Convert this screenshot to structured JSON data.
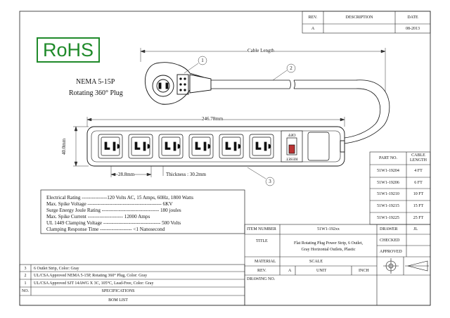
{
  "revision_block": {
    "headers": [
      "REV.",
      "DESCRIPTION",
      "DATE"
    ],
    "row": {
      "rev": "A",
      "description": "",
      "date": "08-2013"
    }
  },
  "rohs": "RoHS",
  "plug": {
    "line1": "NEMA 5-15P",
    "line2": "Rotating 360° Plug"
  },
  "dimensions": {
    "cable_length": "Cable Length",
    "width": "246.78mm",
    "height": "40.0mm",
    "spacing": "28.8mm",
    "thickness": "Thickness : 30.2mm"
  },
  "callouts": [
    "1",
    "2",
    "3"
  ],
  "switch": {
    "off": "OFF",
    "reset": "RESET"
  },
  "specs": [
    "Electrical Rating ---------------120 Volts AC, 15 Amps, 60Hz, 1800 Watts",
    "Max. Spike Voltage -------------------------------------------- 6KV",
    "Surge Energy Joule Rating ---------------------------------- 180 joules",
    "Max. Spike Current --------------------- 12000 Amps",
    "UL 1449 Clamping Voltage ---------------------------------- 500 Volts",
    "Clamping Response Time ------------------- <1 Nanosecond"
  ],
  "parts_table": {
    "headers": [
      "PART NO.",
      "CABLE LENGTH"
    ],
    "rows": [
      {
        "part": "51W1-19204",
        "length": "4 FT"
      },
      {
        "part": "51W1-19206",
        "length": "6 FT"
      },
      {
        "part": "51W1-19210",
        "length": "10 FT"
      },
      {
        "part": "51W1-19215",
        "length": "15 FT"
      },
      {
        "part": "51W1-19225",
        "length": "25 FT"
      }
    ]
  },
  "title_block": {
    "item_number_label": "ITEM NUMBER",
    "item_number": "51W1-192xx",
    "title_label": "TITLE",
    "title_line1": "Flat Rotating Plug Power Strip, 6 Outlet,",
    "title_line2": "Gray Horizontal Outlets, Plastic",
    "material_label": "MATERIAL",
    "scale_label": "SCALE",
    "rev_label": "REV.",
    "rev_value": "A",
    "unit_label": "UNIT",
    "unit_value": "INCH",
    "drawing_no_label": "DRAWING NO.",
    "drawer_label": "DRAWER",
    "drawer_value": "JL",
    "checked_label": "CHECKED",
    "approved_label": "APPROVED"
  },
  "bom": {
    "rows": [
      {
        "no": "3",
        "spec": "6 Outlet Strip, Color: Gray"
      },
      {
        "no": "2",
        "spec": "UL/CSA Approved NEMA 5-15P, Rotating 360° Plug, Color: Gray"
      },
      {
        "no": "1",
        "spec": "UL/CSA Approved SJT 14AWG X 3C, 105°C, Lead-Free, Color: Gray"
      }
    ],
    "no_header": "NO.",
    "spec_header": "SPECIFICATIONS",
    "list_title": "BOM LIST"
  }
}
